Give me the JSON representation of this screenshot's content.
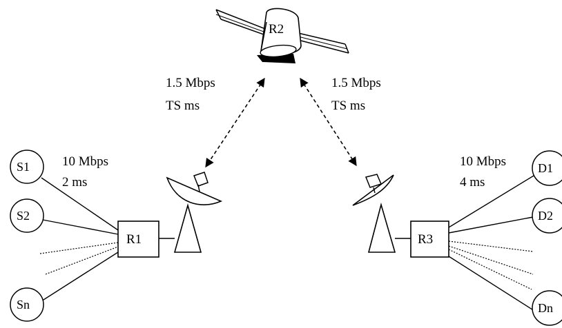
{
  "nodes": {
    "satellite": "R2",
    "router_left": "R1",
    "router_right": "R3",
    "sources": [
      "S1",
      "S2",
      "Sn"
    ],
    "destinations": [
      "D1",
      "D2",
      "Dn"
    ]
  },
  "links": {
    "uplink_left": {
      "bandwidth": "1.5 Mbps",
      "delay": "TS ms"
    },
    "uplink_right": {
      "bandwidth": "1.5 Mbps",
      "delay": "TS ms"
    },
    "access_left": {
      "bandwidth": "10 Mbps",
      "delay": "2 ms"
    },
    "access_right": {
      "bandwidth": "10 Mbps",
      "delay": "4 ms"
    }
  },
  "icons": [
    "satellite-icon",
    "satellite-dish-icon"
  ]
}
